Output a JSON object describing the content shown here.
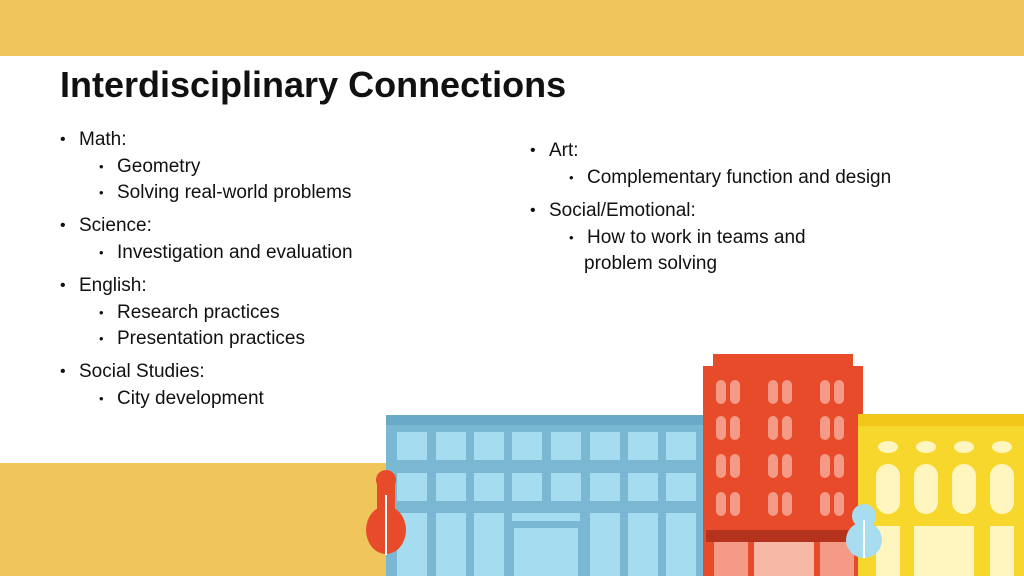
{
  "slide": {
    "title": "Interdisciplinary Connections",
    "colors": {
      "band": "#f0c65c",
      "blue_building": "#7ab7d3",
      "red_building": "#e84b2a",
      "yellow_building": "#f7d72c",
      "tree_red": "#e84b2a",
      "tree_blue": "#a8dcef"
    }
  },
  "left_list": [
    {
      "label": "Math:",
      "items": [
        "Geometry",
        "Solving real-world problems"
      ]
    },
    {
      "label": "Science:",
      "items": [
        "Investigation and evaluation"
      ]
    },
    {
      "label": "English:",
      "items": [
        "Research practices",
        "Presentation practices"
      ]
    },
    {
      "label": "Social Studies:",
      "items": [
        "City development"
      ]
    }
  ],
  "right_list": [
    {
      "label": "Art:",
      "items": [
        "Complementary function and design"
      ]
    },
    {
      "label": "Social/Emotional:",
      "items": [
        "How to work in teams and",
        "problem solving"
      ]
    }
  ],
  "illustration": {
    "icons": [
      "building-icon",
      "tree-icon"
    ]
  }
}
